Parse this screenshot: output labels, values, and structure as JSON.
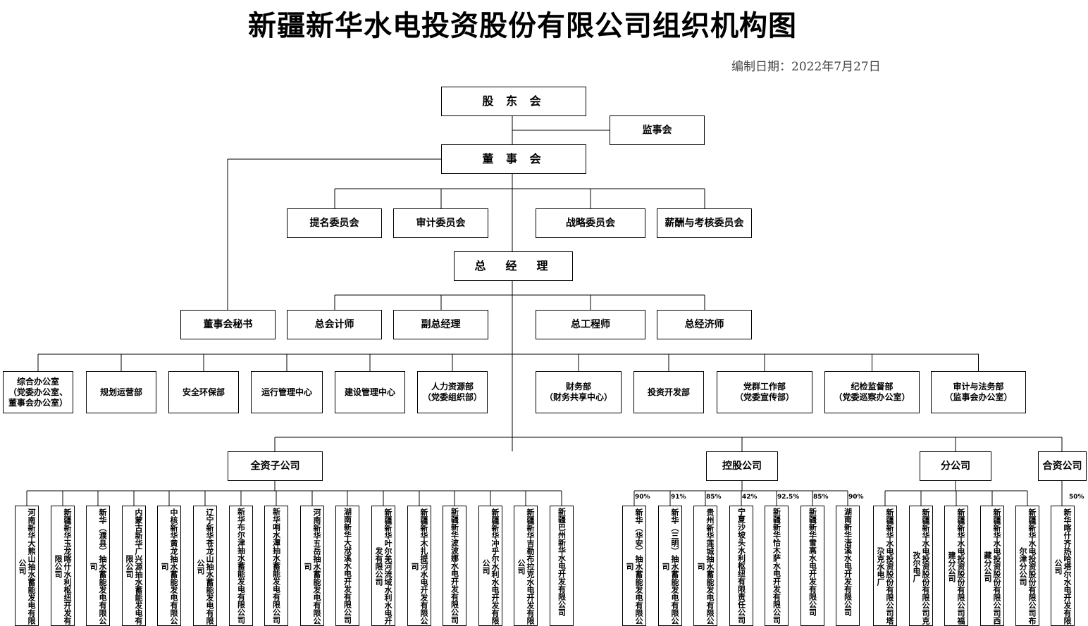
{
  "title": "新疆新华水电投资股份有限公司组织机构图",
  "date": "编制日期：2022年7月27日",
  "top": {
    "shareholders": "股 东 会",
    "supervisors": "监事会",
    "board": "董 事 会",
    "gm": "总　经　理"
  },
  "committees": [
    "提名委员会",
    "审计委员会",
    "战略委员会",
    "薪酬与考核委员会"
  ],
  "executives": [
    "董事会秘书",
    "总会计师",
    "副总经理",
    "总工程师",
    "总经济师"
  ],
  "departments": [
    "综合办公室\n（党委办公室、\n董事会办公室）",
    "规划运营部",
    "安全环保部",
    "运行管理中心",
    "建设管理中心",
    "人力资源部\n（党委组织部）",
    "财务部\n（财务共享中心）",
    "投资开发部",
    "党群工作部\n（党委宣传部）",
    "纪检监督部\n（党委巡察办公室）",
    "审计与法务部\n（监事会办公室）"
  ],
  "categories": {
    "wholly": "全资子公司",
    "holding": "控股公司",
    "branch": "分公司",
    "joint": "合资公司"
  },
  "wholly_owned": [
    "河南新华大熊山抽水蓄能发电有限公司",
    "新疆新华玉龙喀什水利枢纽开发有限公司",
    "新华（濮县）抽水蓄能发电有限公司",
    "内蒙古新华广兴源抽水蓄能发电有限公司",
    "中核新华黄龙抽水蓄能发电有限公司",
    "辽宁新华苍龙山抽水蓄能发电有限公司",
    "新华布尔津抽水蓄能发电有限公司",
    "新华哨水潭抽水蓄能发电有限公司",
    "河南新华五岳抽水蓄能发电有限公司",
    "湖南新华大洑溪水电开发有限公司",
    "新疆新华叶尔羌河流域水利水电开发有限公司",
    "新疆新华木扎提河水电开发有限公司",
    "新疆新华波波娜水电开发有限公司",
    "新疆新华冲乎尔水利水电开发有限公司",
    "新疆新华吉勒布拉克水电开发有限公司",
    "新疆巴州新华水电开发有限公司"
  ],
  "holding": [
    {
      "name": "新华（华安）抽水蓄能发电有限公司",
      "pct": "90%"
    },
    {
      "name": "新华（三明）抽水蓄能发电有限公司",
      "pct": "91%"
    },
    {
      "name": "贵州新华莲城抽水蓄能发电有限公司",
      "pct": "85%"
    },
    {
      "name": "宁夏沙坡头水利枢纽有限责任公司",
      "pct": "42%"
    },
    {
      "name": "新疆新华恰木萨水电开发有限公司",
      "pct": "92.5%"
    },
    {
      "name": "新疆新华雪高水电开发有限公司",
      "pct": "85%"
    },
    {
      "name": "湖南新华浯溪水电开发有限公司",
      "pct": "90%"
    }
  ],
  "branches": [
    "新疆新华水电投资股份有限公司塔尕克水电厂",
    "新疆新华水电投资股份有限公司克孜尔电厂",
    "新疆新华水电投资股份有限公司福建分公司",
    "新疆新华水电投资股份有限公司西藏分公司",
    "新疆新华水电投资股份有限公司布尔津分公司"
  ],
  "joint": [
    {
      "name": "新华喀什齐热哈塔尔水电开发有限公司",
      "pct": "50%"
    }
  ]
}
